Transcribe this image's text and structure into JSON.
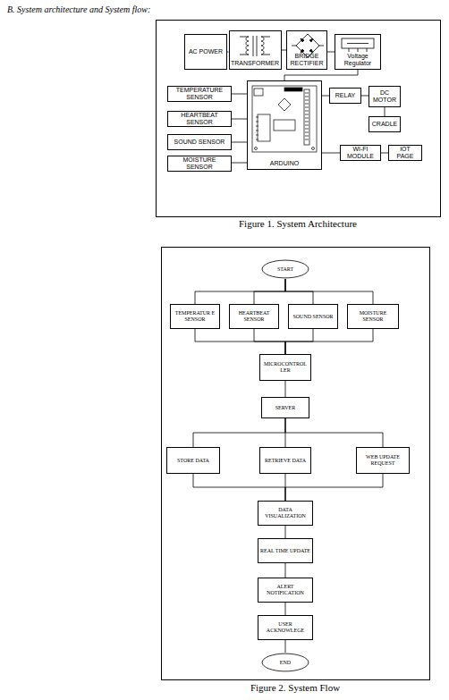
{
  "diagram": {
    "title": "B. System architecture and System flow:",
    "nodes": [
      {
        "text": [
          "AC POWER"
        ]
      },
      {
        "text": [
          "TRANSFORMER"
        ]
      },
      {
        "text": [
          "BRIDGE RECTIFIER"
        ]
      },
      {
        "text": [
          "Voltage Regulator"
        ]
      },
      {
        "text": [
          "TEMPERATURE SENSOR"
        ]
      },
      {
        "text": [
          "HEARTBEAT SENSOR"
        ]
      },
      {
        "text": [
          "SOUND SENSOR"
        ]
      },
      {
        "text": [
          "MOISTURE SENSOR"
        ]
      },
      {
        "text": [
          "ARDUINO"
        ]
      },
      {
        "text": [
          "RELAY"
        ]
      },
      {
        "text": [
          "DC MOTOR"
        ]
      },
      {
        "text": [
          "CRADLE"
        ]
      },
      {
        "text": [
          "WI-FI MODULE"
        ]
      },
      {
        "text": [
          "IOT PAGE"
        ]
      },
      {
        "text": [
          "START"
        ]
      },
      {
        "text": [
          "TEMPERATUR E SENSOR"
        ]
      },
      {
        "text": [
          "HEARTBEAT SENSOR"
        ]
      },
      {
        "text": [
          "SOUND SENSOR"
        ]
      },
      {
        "text": [
          "MOISTURE SENSOR"
        ]
      },
      {
        "text": [
          "MICROCONTROL LER"
        ]
      },
      {
        "text": [
          "SERVER"
        ]
      },
      {
        "text": [
          "STORE DATA"
        ]
      },
      {
        "text": [
          "RETRIEVE DATA"
        ]
      },
      {
        "text": [
          "WEB UPDATE REQUEST"
        ]
      },
      {
        "text": [
          "DATA VISUALIZATION"
        ]
      },
      {
        "text": [
          "REAL TIME UPDATE"
        ]
      },
      {
        "text": [
          "ALERT NOTIFICATION"
        ]
      },
      {
        "text": [
          "USER ACKNOWLEGE"
        ]
      },
      {
        "text": [
          "END"
        ]
      }
    ],
    "edges": [
      {
        "from": 0,
        "to": 1,
        "arrow": "none"
      },
      {
        "from": 1,
        "to": 2,
        "arrow": "none"
      },
      {
        "from": 2,
        "to": 3,
        "arrow": "none"
      },
      {
        "from": 3,
        "to": 8,
        "arrow": "none"
      },
      {
        "from": 4,
        "to": 8,
        "arrow": "none"
      },
      {
        "from": 5,
        "to": 8,
        "arrow": "none"
      },
      {
        "from": 6,
        "to": 8,
        "arrow": "none"
      },
      {
        "from": 7,
        "to": 8,
        "arrow": "none"
      },
      {
        "from": 8,
        "to": 9,
        "arrow": "none"
      },
      {
        "from": 9,
        "to": 10,
        "arrow": "none"
      },
      {
        "from": 10,
        "to": 11,
        "arrow": "none"
      },
      {
        "from": 8,
        "to": 12,
        "arrow": "none"
      },
      {
        "from": 12,
        "to": 13,
        "arrow": "none"
      },
      {
        "from": 14,
        "to": 15,
        "arrow": "none"
      },
      {
        "from": 14,
        "to": 16,
        "arrow": "none"
      },
      {
        "from": 14,
        "to": 17,
        "arrow": "none"
      },
      {
        "from": 14,
        "to": 18,
        "arrow": "none"
      },
      {
        "from": 15,
        "to": 19,
        "arrow": "none"
      },
      {
        "from": 16,
        "to": 19,
        "arrow": "none"
      },
      {
        "from": 17,
        "to": 19,
        "arrow": "none"
      },
      {
        "from": 18,
        "to": 19,
        "arrow": "none"
      },
      {
        "from": 19,
        "to": 20,
        "arrow": "none"
      },
      {
        "from": 20,
        "to": 21,
        "arrow": "none"
      },
      {
        "from": 20,
        "to": 22,
        "arrow": "none"
      },
      {
        "from": 20,
        "to": 23,
        "arrow": "none"
      },
      {
        "from": 21,
        "to": 24,
        "arrow": "none"
      },
      {
        "from": 22,
        "to": 24,
        "arrow": "none"
      },
      {
        "from": 23,
        "to": 24,
        "arrow": "none"
      },
      {
        "from": 24,
        "to": 25,
        "arrow": "none"
      },
      {
        "from": 25,
        "to": 26,
        "arrow": "none"
      },
      {
        "from": 26,
        "to": 27,
        "arrow": "none"
      },
      {
        "from": 27,
        "to": 28,
        "arrow": "none"
      }
    ],
    "labels": [
      "Figure 1. System Architecture",
      "Figure 2. System Flow"
    ]
  }
}
